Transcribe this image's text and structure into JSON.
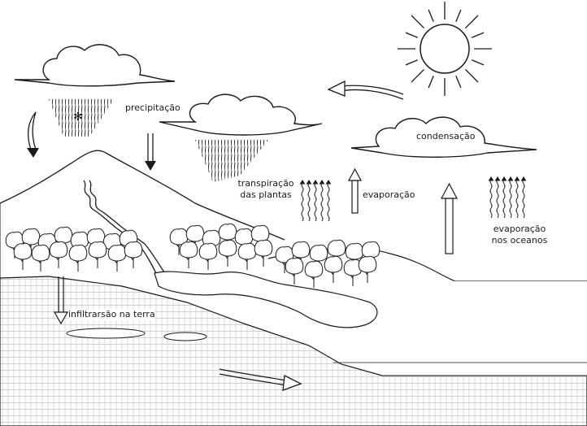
{
  "labels": {
    "precipitation": "precipitação",
    "condensation": "condensação",
    "plant_transpiration_line1": "transpiração",
    "plant_transpiration_line2": "das plantas",
    "evaporation": "evaporação",
    "ocean_evaporation_line1": "evaporação",
    "ocean_evaporation_line2": "nos oceanos",
    "infiltration": "infiltrarsão na terra"
  },
  "colors": {
    "ink": "#1a1a1a",
    "paper": "#ffffff",
    "ground_hatch": "#9a9a9a"
  }
}
